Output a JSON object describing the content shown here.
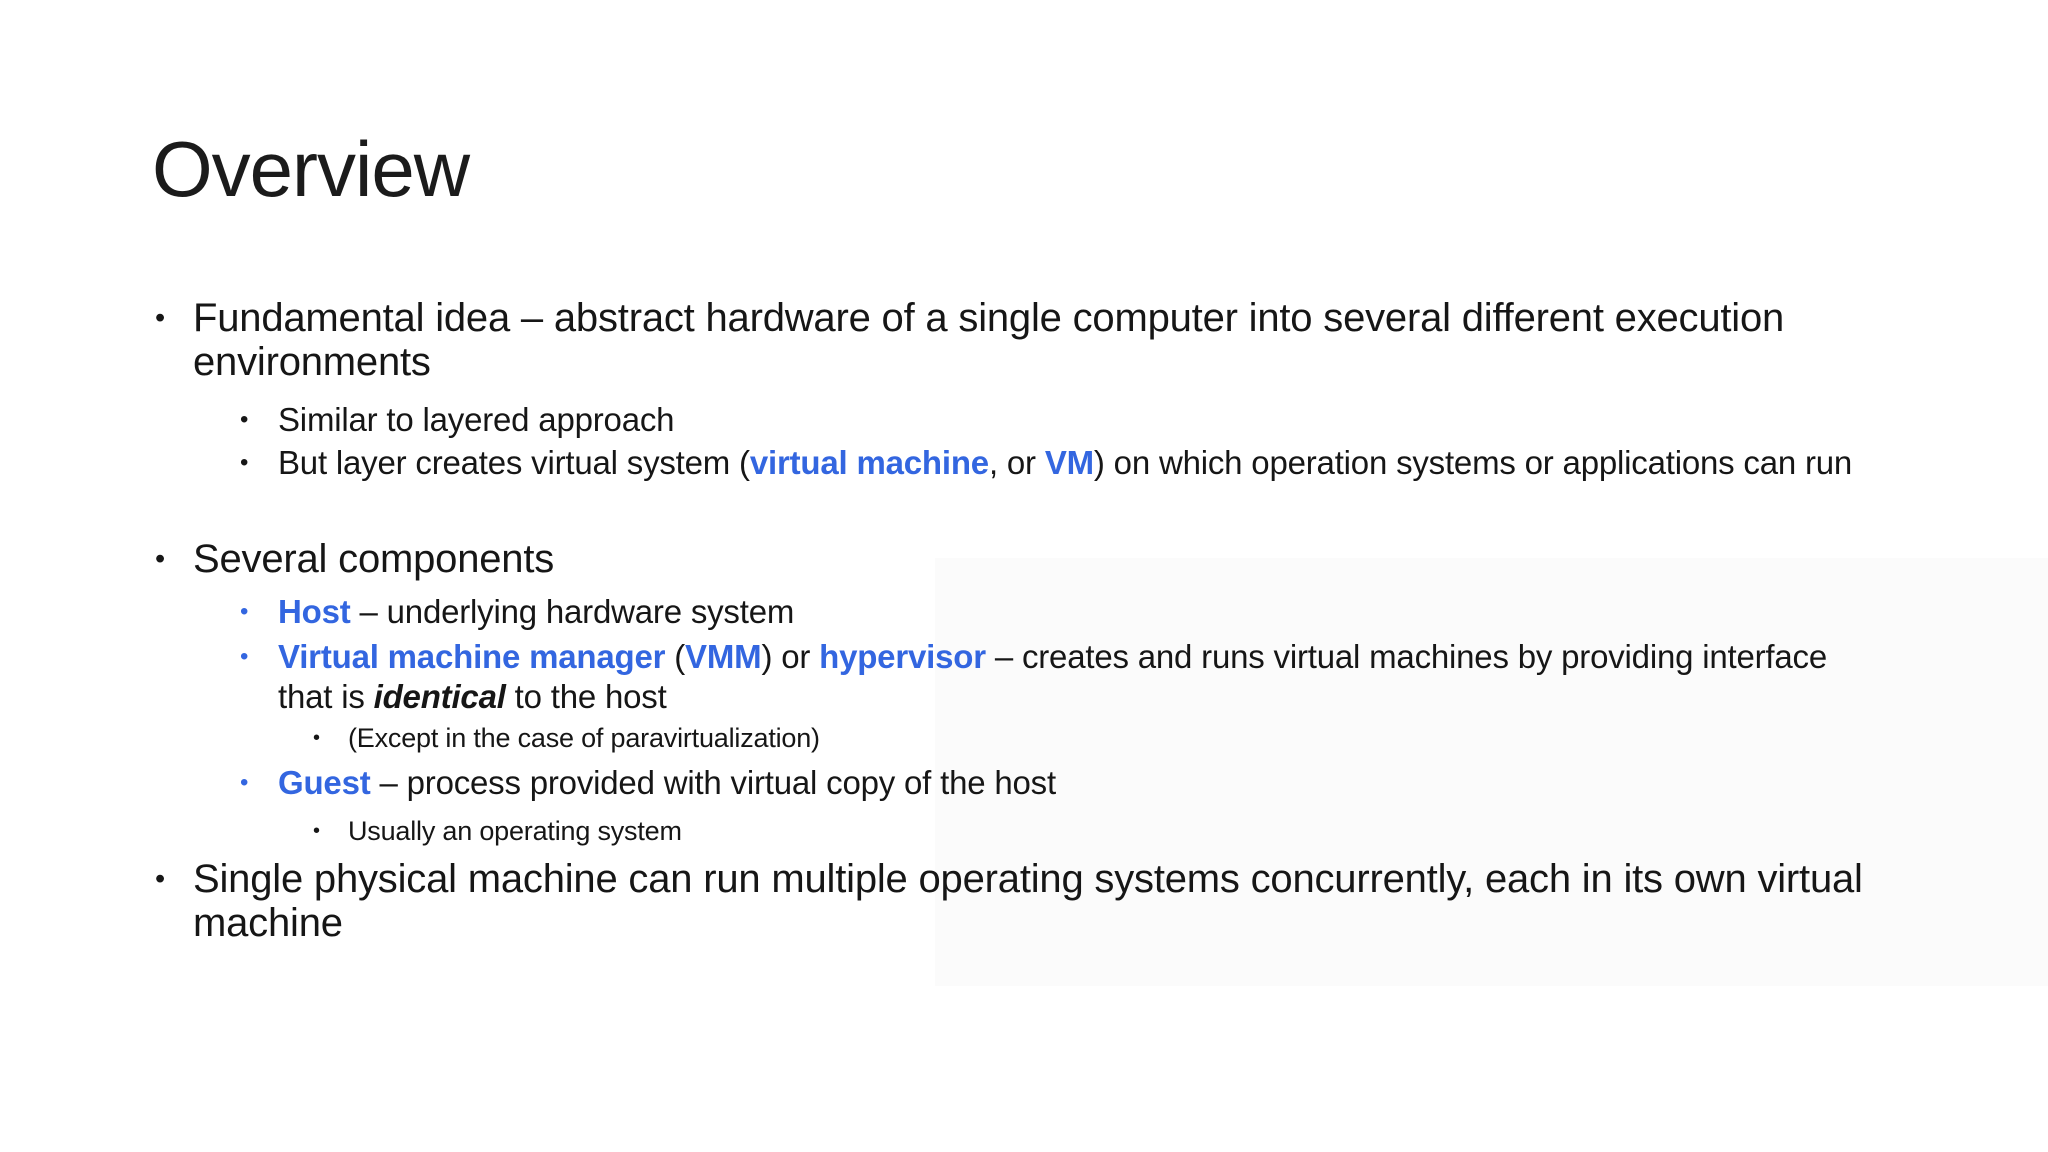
{
  "slide": {
    "title": "Overview",
    "bullet_glyph": "•",
    "colors": {
      "accent_blue": "#3366E0",
      "text": "#161616",
      "background": "#FFFFFF"
    }
  },
  "bullets": {
    "fundamental": "Fundamental idea – abstract hardware of a single computer into several different execution environments",
    "similar": "Similar to layered approach",
    "but_layer": {
      "pre": "But layer creates virtual system (",
      "term_vm": "virtual machine",
      "mid": ", or ",
      "term_vm_abbr": "VM",
      "post": ") on which operation systems or applications can run"
    },
    "several": "Several components",
    "host": {
      "term": "Host",
      "rest": " – underlying hardware system"
    },
    "vmm": {
      "term": "Virtual machine manager",
      "open_paren": " (",
      "abbr": "VMM",
      "close_paren": ") or ",
      "term2": "hypervisor",
      "mid": " – creates and runs virtual machines by providing interface that is ",
      "emphasis": "identical",
      "end": " to the host"
    },
    "except_note": "(Except in the case of paravirtualization)",
    "guest": {
      "term": "Guest",
      "rest": " – process provided with virtual copy of the host"
    },
    "usually_note": "Usually an operating system",
    "single_machine": "Single physical machine can run multiple operating systems concurrently, each in its own virtual machine"
  }
}
